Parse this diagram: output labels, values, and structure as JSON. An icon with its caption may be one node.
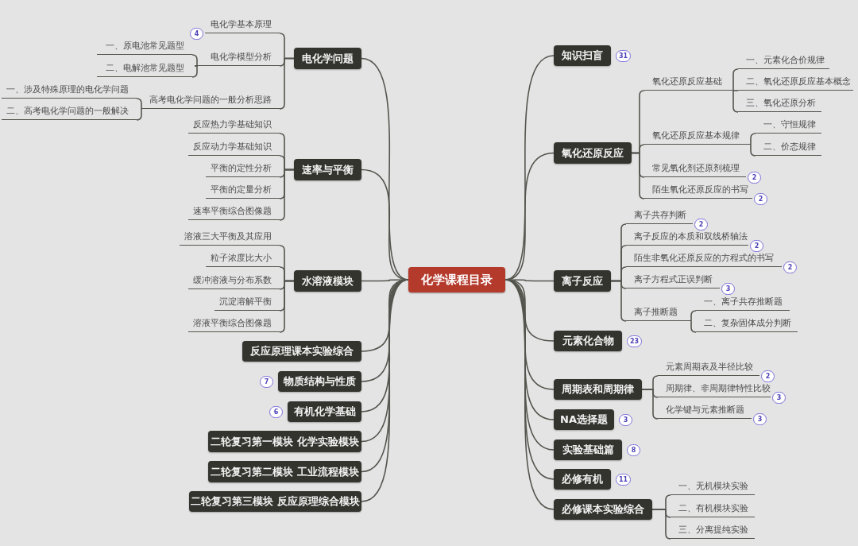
{
  "diagram": {
    "nodes": [
      {
        "text": [
          "化学课程目录"
        ]
      },
      {
        "text": [
          "电化学问题"
        ]
      },
      {
        "text": [
          "电化学基本原理"
        ],
        "beside": [
          "4"
        ]
      },
      {
        "text": [
          "电化学模型分析"
        ]
      },
      {
        "text": [
          "一、原电池常见题型"
        ]
      },
      {
        "text": [
          "二、电解池常见题型"
        ]
      },
      {
        "text": [
          "高考电化学问题的一般分析思路"
        ]
      },
      {
        "text": [
          "一、涉及特殊原理的电化学问题"
        ]
      },
      {
        "text": [
          "二、高考电化学问题的一般解决"
        ]
      },
      {
        "text": [
          "速率与平衡"
        ]
      },
      {
        "text": [
          "反应热力学基础知识"
        ]
      },
      {
        "text": [
          "反应动力学基础知识"
        ]
      },
      {
        "text": [
          "平衡的定性分析"
        ]
      },
      {
        "text": [
          "平衡的定量分析"
        ]
      },
      {
        "text": [
          "速率平衡综合图像题"
        ]
      },
      {
        "text": [
          "水溶液模块"
        ]
      },
      {
        "text": [
          "溶液三大平衡及其应用"
        ]
      },
      {
        "text": [
          "粒子浓度比大小"
        ]
      },
      {
        "text": [
          "缓冲溶液与分布系数"
        ]
      },
      {
        "text": [
          "沉淀溶解平衡"
        ]
      },
      {
        "text": [
          "溶液平衡综合图像题"
        ]
      },
      {
        "text": [
          "反应原理课本实验综合"
        ]
      },
      {
        "text": [
          "物质结构与性质"
        ],
        "beside": [
          "7"
        ]
      },
      {
        "text": [
          "有机化学基础"
        ],
        "beside": [
          "6"
        ]
      },
      {
        "text": [
          "二轮复习第一模块 化学实验模块"
        ]
      },
      {
        "text": [
          "二轮复习第二模块 工业流程模块"
        ]
      },
      {
        "text": [
          "二轮复习第三模块 反应原理综合模块"
        ]
      },
      {
        "text": [
          "知识扫盲"
        ],
        "beside": [
          "31"
        ]
      },
      {
        "text": [
          "氧化还原反应"
        ]
      },
      {
        "text": [
          "氧化还原反应基础"
        ]
      },
      {
        "text": [
          "一、元素化合价规律"
        ]
      },
      {
        "text": [
          "二、氧化还原反应基本概念"
        ]
      },
      {
        "text": [
          "三、氧化还原分析"
        ]
      },
      {
        "text": [
          "氧化还原反应基本规律"
        ]
      },
      {
        "text": [
          "一、守恒规律"
        ]
      },
      {
        "text": [
          "二、价态规律"
        ]
      },
      {
        "text": [
          "常见氧化剂还原剂梳理"
        ],
        "beside": [
          "2"
        ]
      },
      {
        "text": [
          "陌生氧化还原反应的书写"
        ],
        "beside": [
          "2"
        ]
      },
      {
        "text": [
          "离子反应"
        ]
      },
      {
        "text": [
          "离子共存判断"
        ],
        "beside": [
          "2"
        ]
      },
      {
        "text": [
          "离子反应的本质和双线桥轴法"
        ],
        "beside": [
          "2"
        ]
      },
      {
        "text": [
          "陌生非氧化还原反应的方程式的书写"
        ],
        "beside": [
          "2"
        ]
      },
      {
        "text": [
          "离子方程式正误判断"
        ],
        "beside": [
          "3"
        ]
      },
      {
        "text": [
          "离子推断题"
        ]
      },
      {
        "text": [
          "一、离子共存推断题"
        ]
      },
      {
        "text": [
          "二、复杂固体成分判断"
        ]
      },
      {
        "text": [
          "元素化合物"
        ],
        "beside": [
          "23"
        ]
      },
      {
        "text": [
          "周期表和周期律"
        ]
      },
      {
        "text": [
          "元素周期表及半径比较"
        ],
        "beside": [
          "2"
        ]
      },
      {
        "text": [
          "周期律、非周期律特性比较"
        ],
        "beside": [
          "3"
        ]
      },
      {
        "text": [
          "化学键与元素推断题"
        ],
        "beside": [
          "3"
        ]
      },
      {
        "text": [
          "NA选择题"
        ],
        "beside": [
          "3"
        ]
      },
      {
        "text": [
          "实验基础篇"
        ],
        "beside": [
          "8"
        ]
      },
      {
        "text": [
          "必修有机"
        ],
        "beside": [
          "11"
        ]
      },
      {
        "text": [
          "必修课本实验综合"
        ]
      },
      {
        "text": [
          "一、无机模块实验"
        ]
      },
      {
        "text": [
          "二、有机模块实验"
        ]
      },
      {
        "text": [
          "三、分离提纯实验"
        ]
      }
    ],
    "edges": [
      {
        "from": 0,
        "to": 1,
        "arrow": "none"
      },
      {
        "from": 1,
        "to": 2,
        "arrow": "none"
      },
      {
        "from": 1,
        "to": 3,
        "arrow": "none"
      },
      {
        "from": 3,
        "to": 4,
        "arrow": "none"
      },
      {
        "from": 3,
        "to": 5,
        "arrow": "none"
      },
      {
        "from": 1,
        "to": 6,
        "arrow": "none"
      },
      {
        "from": 6,
        "to": 7,
        "arrow": "none"
      },
      {
        "from": 6,
        "to": 8,
        "arrow": "none"
      },
      {
        "from": 0,
        "to": 9,
        "arrow": "none"
      },
      {
        "from": 9,
        "to": 10,
        "arrow": "none"
      },
      {
        "from": 9,
        "to": 11,
        "arrow": "none"
      },
      {
        "from": 9,
        "to": 12,
        "arrow": "none"
      },
      {
        "from": 9,
        "to": 13,
        "arrow": "none"
      },
      {
        "from": 9,
        "to": 14,
        "arrow": "none"
      },
      {
        "from": 0,
        "to": 15,
        "arrow": "none"
      },
      {
        "from": 15,
        "to": 16,
        "arrow": "none"
      },
      {
        "from": 15,
        "to": 17,
        "arrow": "none"
      },
      {
        "from": 15,
        "to": 18,
        "arrow": "none"
      },
      {
        "from": 15,
        "to": 19,
        "arrow": "none"
      },
      {
        "from": 15,
        "to": 20,
        "arrow": "none"
      },
      {
        "from": 0,
        "to": 21,
        "arrow": "none"
      },
      {
        "from": 0,
        "to": 22,
        "arrow": "none"
      },
      {
        "from": 0,
        "to": 23,
        "arrow": "none"
      },
      {
        "from": 0,
        "to": 24,
        "arrow": "none"
      },
      {
        "from": 0,
        "to": 25,
        "arrow": "none"
      },
      {
        "from": 0,
        "to": 26,
        "arrow": "none"
      },
      {
        "from": 0,
        "to": 27,
        "arrow": "none"
      },
      {
        "from": 0,
        "to": 28,
        "arrow": "none"
      },
      {
        "from": 28,
        "to": 29,
        "arrow": "none"
      },
      {
        "from": 29,
        "to": 30,
        "arrow": "none"
      },
      {
        "from": 29,
        "to": 31,
        "arrow": "none"
      },
      {
        "from": 29,
        "to": 32,
        "arrow": "none"
      },
      {
        "from": 28,
        "to": 33,
        "arrow": "none"
      },
      {
        "from": 33,
        "to": 34,
        "arrow": "none"
      },
      {
        "from": 33,
        "to": 35,
        "arrow": "none"
      },
      {
        "from": 28,
        "to": 36,
        "arrow": "none"
      },
      {
        "from": 28,
        "to": 37,
        "arrow": "none"
      },
      {
        "from": 0,
        "to": 38,
        "arrow": "none"
      },
      {
        "from": 38,
        "to": 39,
        "arrow": "none"
      },
      {
        "from": 38,
        "to": 40,
        "arrow": "none"
      },
      {
        "from": 38,
        "to": 41,
        "arrow": "none"
      },
      {
        "from": 38,
        "to": 42,
        "arrow": "none"
      },
      {
        "from": 38,
        "to": 43,
        "arrow": "none"
      },
      {
        "from": 43,
        "to": 44,
        "arrow": "none"
      },
      {
        "from": 43,
        "to": 45,
        "arrow": "none"
      },
      {
        "from": 0,
        "to": 46,
        "arrow": "none"
      },
      {
        "from": 0,
        "to": 47,
        "arrow": "none"
      },
      {
        "from": 47,
        "to": 48,
        "arrow": "none"
      },
      {
        "from": 47,
        "to": 49,
        "arrow": "none"
      },
      {
        "from": 47,
        "to": 50,
        "arrow": "none"
      },
      {
        "from": 0,
        "to": 51,
        "arrow": "none"
      },
      {
        "from": 0,
        "to": 52,
        "arrow": "none"
      },
      {
        "from": 0,
        "to": 53,
        "arrow": "none"
      },
      {
        "from": 0,
        "to": 54,
        "arrow": "none"
      },
      {
        "from": 54,
        "to": 55,
        "arrow": "none"
      },
      {
        "from": 54,
        "to": 56,
        "arrow": "none"
      },
      {
        "from": 54,
        "to": 57,
        "arrow": "none"
      }
    ]
  }
}
